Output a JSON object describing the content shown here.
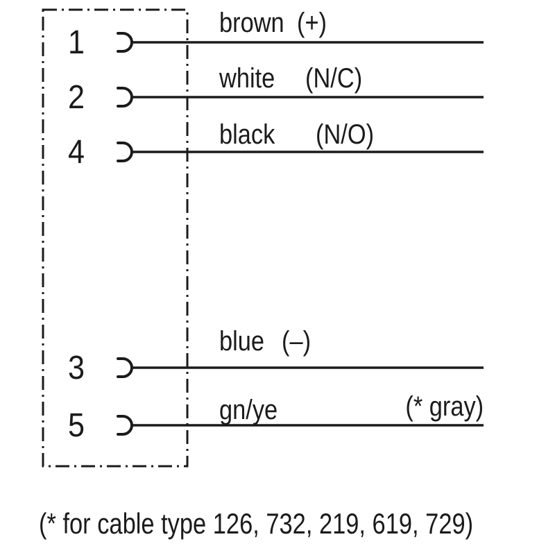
{
  "colors": {
    "ink": "#1b1b1b",
    "background": "#ffffff"
  },
  "icons": {
    "socket_contact": "open-arc-facing-left"
  },
  "diagram": {
    "rows": [
      {
        "pin": "1",
        "label": "brown",
        "annotation": "(+)"
      },
      {
        "pin": "2",
        "label": "white",
        "annotation": "(N/C)"
      },
      {
        "pin": "4",
        "label": "black",
        "annotation": "(N/O)"
      },
      {
        "pin": "3",
        "label": "blue",
        "annotation": "(–)"
      },
      {
        "pin": "5",
        "label": "gn/ye",
        "annotation": "(* gray)"
      }
    ],
    "footnote": "(* for cable type 126, 732, 219, 619, 729)"
  }
}
